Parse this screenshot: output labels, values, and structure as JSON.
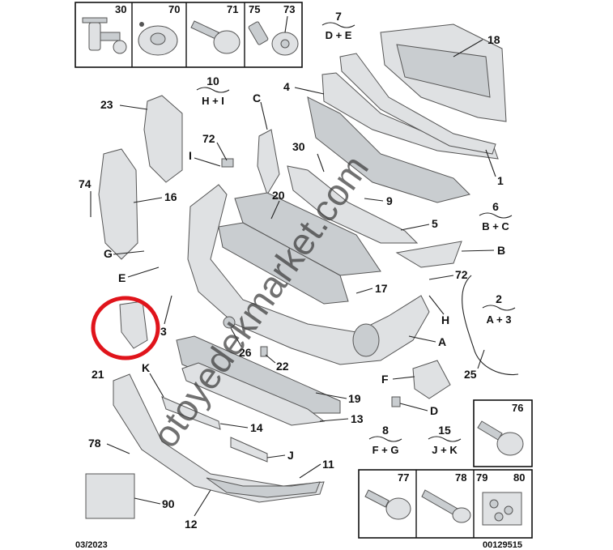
{
  "diagram": {
    "date_code": "03/2023",
    "ref_code": "00129515",
    "watermark": "otoyedekmarket.com",
    "highlight_color": "#e0141b",
    "kits": [
      {
        "num": "7",
        "letters": "D + E"
      },
      {
        "num": "10",
        "letters": "H + I"
      },
      {
        "num": "6",
        "letters": "B + C"
      },
      {
        "num": "2",
        "letters": "A + 3"
      },
      {
        "num": "8",
        "letters": "F + G"
      },
      {
        "num": "15",
        "letters": "J + K"
      }
    ],
    "top_boxes": [
      "30",
      "70",
      "71",
      "75",
      "73"
    ],
    "right_boxes": [
      "76",
      "77",
      "78",
      "79",
      "80"
    ],
    "callouts": [
      "18",
      "4",
      "C",
      "23",
      "72",
      "I",
      "30",
      "74",
      "16",
      "20",
      "9",
      "1",
      "5",
      "G",
      "B",
      "E",
      "72",
      "17",
      "H",
      "3",
      "21",
      "26",
      "22",
      "A",
      "25",
      "K",
      "F",
      "D",
      "19",
      "14",
      "13",
      "78",
      "J",
      "11",
      "90",
      "12"
    ]
  }
}
